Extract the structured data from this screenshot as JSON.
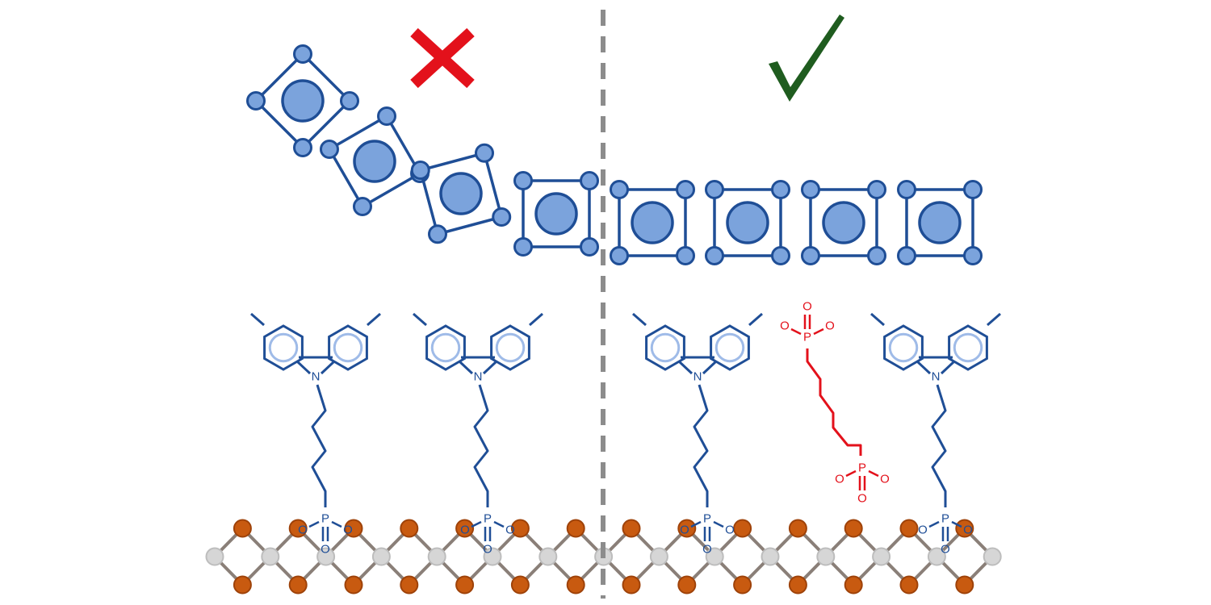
{
  "colors": {
    "blue": "#1f4e96",
    "blue_fill": "#7ba3dc",
    "ring_light": "#9fbbe8",
    "red": "#e3111b",
    "green": "#1f5c1f",
    "orange": "#c85a10",
    "gray_node": "#d6d6d6",
    "gray_bond": "#8a7f78",
    "divider": "#8c8c8c"
  },
  "icons": {
    "left_mark": "cross-icon",
    "right_mark": "check-icon"
  },
  "atoms": {
    "nitrogen": "N",
    "phosphorus": "P",
    "oxygen": "O"
  },
  "left_panel": {
    "verdict": "incorrect",
    "molecule_count": 2
  },
  "right_panel": {
    "verdict": "correct",
    "molecule_count": 3,
    "spacer_count": 1
  }
}
